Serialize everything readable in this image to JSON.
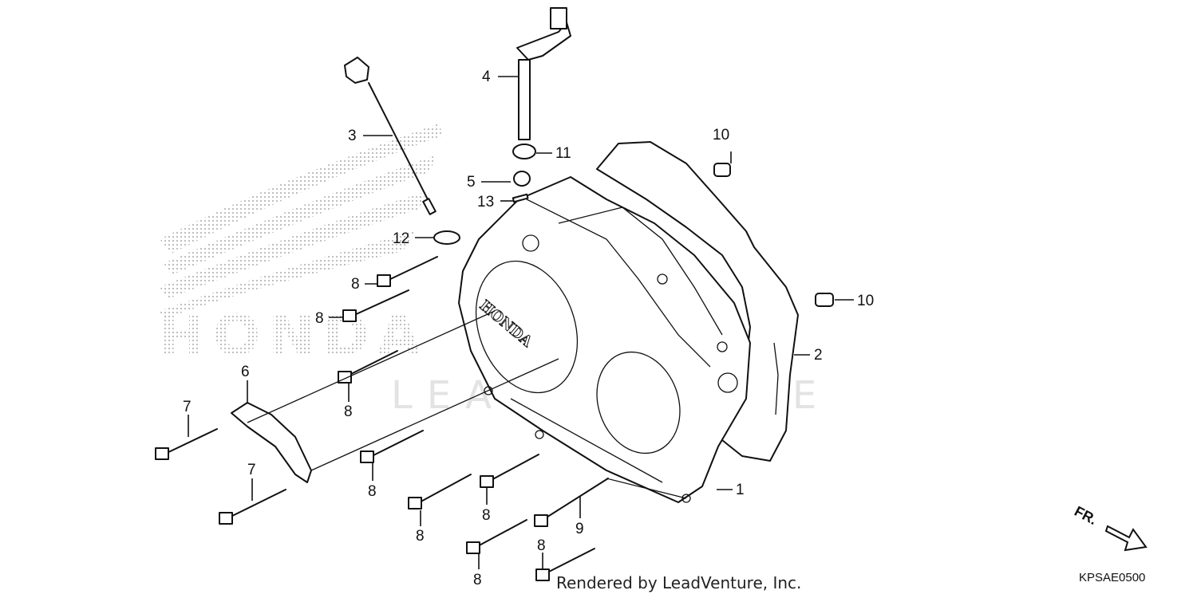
{
  "diagram": {
    "callouts": [
      "1",
      "2",
      "3",
      "4",
      "5",
      "6",
      "7",
      "7",
      "8",
      "8",
      "8",
      "8",
      "8",
      "8",
      "8",
      "8",
      "9",
      "10",
      "10",
      "11",
      "12",
      "13"
    ],
    "watermark_honda": "HONDA",
    "watermark_lead": "LEADVENTURE",
    "cover_emblem": "HONDA",
    "direction_label": "FR.",
    "credit": "Rendered by LeadVenture, Inc.",
    "diagram_code": "KPSAE0500"
  }
}
